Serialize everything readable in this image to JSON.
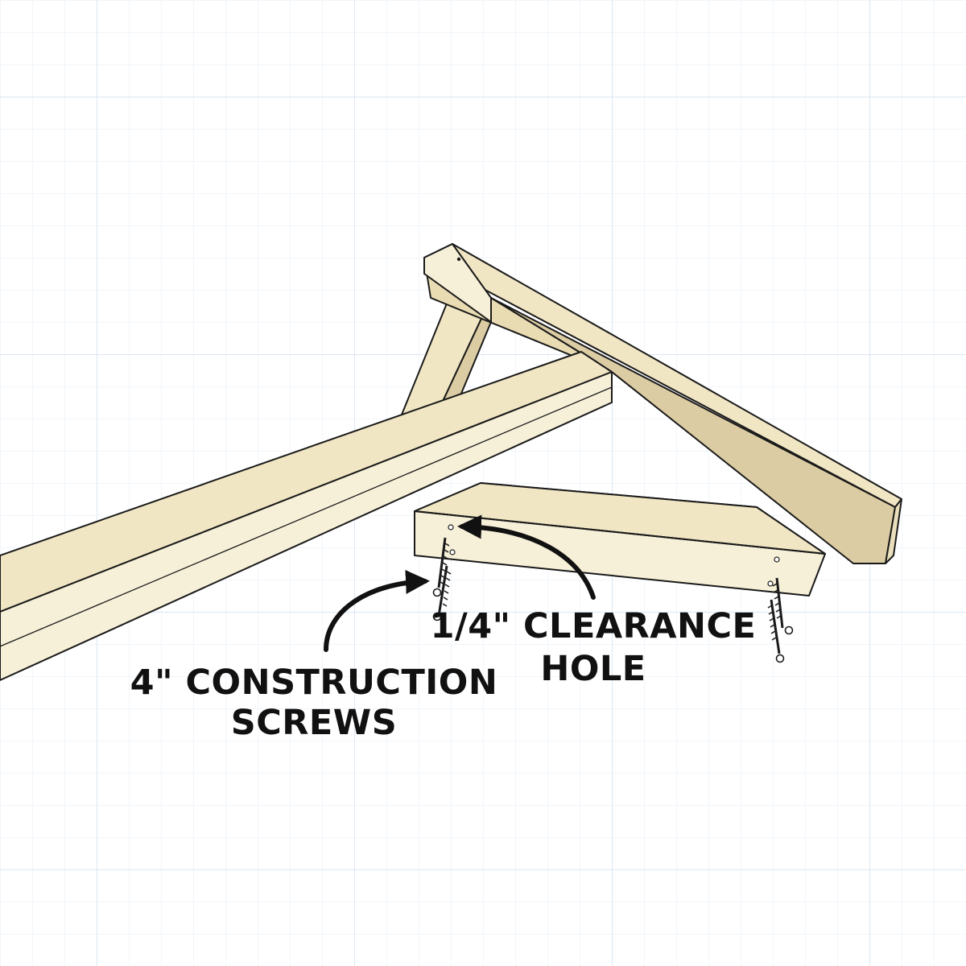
{
  "colors": {
    "background": "#ffffff",
    "grid_minor": "#e5eef6",
    "grid_major": "#cfe0ef",
    "wood_top": "#f1e6c4",
    "wood_side": "#dccca3",
    "wood_front": "#f7f0d8",
    "outline": "#1a1a1a"
  },
  "icons": {
    "screw_left": "screw-icon",
    "screw_right": "screw-icon",
    "arrow_screws": "curved-arrow-icon",
    "arrow_hole": "curved-arrow-icon"
  },
  "callouts": {
    "clearance_hole": {
      "line1": "1/4\" CLEARANCE",
      "line2": "HOLE"
    },
    "construction_screws": {
      "line1": "4\" CONSTRUCTION",
      "line2": "SCREWS"
    }
  }
}
